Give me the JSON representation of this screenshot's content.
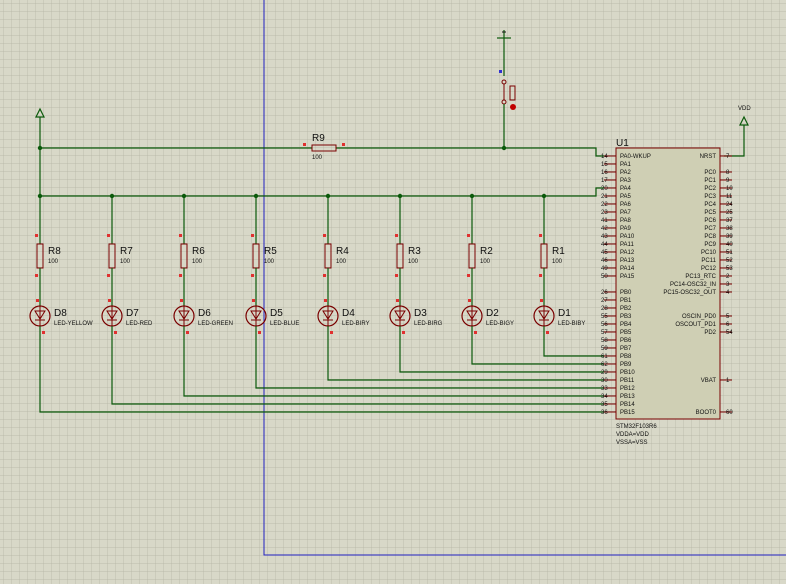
{
  "mcu": {
    "ref": "U1",
    "part": "STM32F103R6",
    "note1": "VDDA=VDD",
    "note2": "VSSA=VSS",
    "left_pins": [
      {
        "num": "14",
        "name": "PA0-WKUP"
      },
      {
        "num": "15",
        "name": "PA1"
      },
      {
        "num": "16",
        "name": "PA2"
      },
      {
        "num": "17",
        "name": "PA3"
      },
      {
        "num": "20",
        "name": "PA4"
      },
      {
        "num": "21",
        "name": "PA5"
      },
      {
        "num": "22",
        "name": "PA6"
      },
      {
        "num": "23",
        "name": "PA7"
      },
      {
        "num": "41",
        "name": "PA8"
      },
      {
        "num": "42",
        "name": "PA9"
      },
      {
        "num": "43",
        "name": "PA10"
      },
      {
        "num": "44",
        "name": "PA11"
      },
      {
        "num": "45",
        "name": "PA12"
      },
      {
        "num": "46",
        "name": "PA13"
      },
      {
        "num": "49",
        "name": "PA14"
      },
      {
        "num": "50",
        "name": "PA15"
      },
      {
        "num": "",
        "name": ""
      },
      {
        "num": "26",
        "name": "PB0"
      },
      {
        "num": "27",
        "name": "PB1"
      },
      {
        "num": "28",
        "name": "PB2"
      },
      {
        "num": "55",
        "name": "PB3"
      },
      {
        "num": "56",
        "name": "PB4"
      },
      {
        "num": "57",
        "name": "PB5"
      },
      {
        "num": "58",
        "name": "PB6"
      },
      {
        "num": "59",
        "name": "PB7"
      },
      {
        "num": "61",
        "name": "PB8"
      },
      {
        "num": "62",
        "name": "PB9"
      },
      {
        "num": "29",
        "name": "PB10"
      },
      {
        "num": "30",
        "name": "PB11"
      },
      {
        "num": "33",
        "name": "PB12"
      },
      {
        "num": "34",
        "name": "PB13"
      },
      {
        "num": "35",
        "name": "PB14"
      },
      {
        "num": "36",
        "name": "PB15"
      }
    ],
    "right_pins": [
      {
        "num": "7",
        "name": "NRST"
      },
      {
        "num": "",
        "name": ""
      },
      {
        "num": "8",
        "name": "PC0"
      },
      {
        "num": "9",
        "name": "PC1"
      },
      {
        "num": "10",
        "name": "PC2"
      },
      {
        "num": "11",
        "name": "PC3"
      },
      {
        "num": "24",
        "name": "PC4"
      },
      {
        "num": "25",
        "name": "PC5"
      },
      {
        "num": "37",
        "name": "PC6"
      },
      {
        "num": "38",
        "name": "PC7"
      },
      {
        "num": "39",
        "name": "PC8"
      },
      {
        "num": "40",
        "name": "PC9"
      },
      {
        "num": "51",
        "name": "PC10"
      },
      {
        "num": "52",
        "name": "PC11"
      },
      {
        "num": "53",
        "name": "PC12"
      },
      {
        "num": "2",
        "name": "PC13_RTC"
      },
      {
        "num": "3",
        "name": "PC14-OSC32_IN"
      },
      {
        "num": "4",
        "name": "PC15-OSC32_OUT"
      },
      {
        "num": "",
        "name": ""
      },
      {
        "num": "",
        "name": ""
      },
      {
        "num": "5",
        "name": "OSCIN_PD0"
      },
      {
        "num": "6",
        "name": "OSCOUT_PD1"
      },
      {
        "num": "54",
        "name": "PD2"
      },
      {
        "num": "",
        "name": ""
      },
      {
        "num": "",
        "name": ""
      },
      {
        "num": "",
        "name": ""
      },
      {
        "num": "",
        "name": ""
      },
      {
        "num": "",
        "name": ""
      },
      {
        "num": "1",
        "name": "VBAT"
      },
      {
        "num": "",
        "name": ""
      },
      {
        "num": "",
        "name": ""
      },
      {
        "num": "",
        "name": ""
      },
      {
        "num": "60",
        "name": "BOOT0"
      }
    ]
  },
  "r9": {
    "ref": "R9",
    "value": "100"
  },
  "vdd_label": "VDD",
  "resistors": [
    {
      "ref": "R8",
      "value": "100"
    },
    {
      "ref": "R7",
      "value": "100"
    },
    {
      "ref": "R6",
      "value": "100"
    },
    {
      "ref": "R5",
      "value": "100"
    },
    {
      "ref": "R4",
      "value": "100"
    },
    {
      "ref": "R3",
      "value": "100"
    },
    {
      "ref": "R2",
      "value": "100"
    },
    {
      "ref": "R1",
      "value": "100"
    }
  ],
  "leds": [
    {
      "ref": "D8",
      "value": "LED-YELLOW"
    },
    {
      "ref": "D7",
      "value": "LED-RED"
    },
    {
      "ref": "D6",
      "value": "LED-GREEN"
    },
    {
      "ref": "D5",
      "value": "LED-BLUE"
    },
    {
      "ref": "D4",
      "value": "LED-BIRY"
    },
    {
      "ref": "D3",
      "value": "LED-BIRG"
    },
    {
      "ref": "D2",
      "value": "LED-BIGY"
    },
    {
      "ref": "D1",
      "value": "LED-BIBY"
    }
  ],
  "colors": {
    "background": "#d8d8c8",
    "grid": "#b8b8a8",
    "wire": "#0b5a0b",
    "component": "#7a0000",
    "pin_marker": "#e03030",
    "sheet_border": "#2020c0",
    "ic_fill": "#cfcfb4"
  }
}
